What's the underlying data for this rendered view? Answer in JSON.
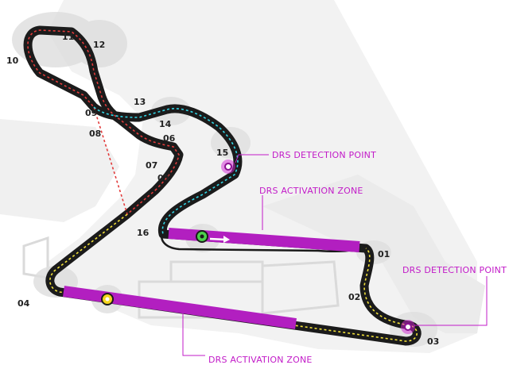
{
  "colors": {
    "track": "#1b1b1b",
    "drs_zone": "#b21fc0",
    "callout_text": "#c21bc8",
    "sector_red": "#e23b3b",
    "sector_cyan": "#33d6e6",
    "sector_yellow": "#f2e13a",
    "start_marker": "#4cd04c",
    "detection_marker": "#d226d6",
    "speed_trap_marker": "#f5d51e"
  },
  "turns": [
    "01",
    "02",
    "03",
    "04",
    "05",
    "06",
    "07",
    "08",
    "09",
    "10",
    "11",
    "12",
    "13",
    "14",
    "15",
    "16"
  ],
  "callouts": {
    "drs_detection_top": "DRS DETECTION POINT",
    "drs_activation_top": "DRS ACTIVATION ZONE",
    "drs_detection_right": "DRS DETECTION POINT",
    "drs_activation_bottom": "DRS ACTIVATION ZONE"
  },
  "icons": {
    "start_line": "start-finish-marker-icon",
    "detection_1": "drs-detection-marker-icon",
    "detection_2": "drs-detection-marker-icon",
    "speed_trap": "speed-trap-marker-icon",
    "direction": "direction-arrow-icon"
  }
}
